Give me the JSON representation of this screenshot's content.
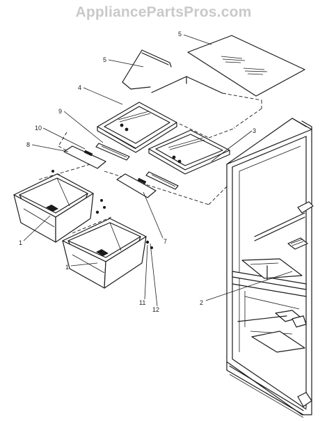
{
  "watermark": "AppliancePartsPros.com",
  "callouts": [
    {
      "id": "c5a",
      "label": "5"
    },
    {
      "id": "c5b",
      "label": "5"
    },
    {
      "id": "c4",
      "label": "4"
    },
    {
      "id": "c9",
      "label": "9"
    },
    {
      "id": "c10",
      "label": "10"
    },
    {
      "id": "c8",
      "label": "8"
    },
    {
      "id": "c3",
      "label": "3"
    },
    {
      "id": "c7",
      "label": "7"
    },
    {
      "id": "c1a",
      "label": "1"
    },
    {
      "id": "c1b",
      "label": "1"
    },
    {
      "id": "c11",
      "label": "11"
    },
    {
      "id": "c12",
      "label": "12"
    },
    {
      "id": "c2",
      "label": "2"
    }
  ]
}
